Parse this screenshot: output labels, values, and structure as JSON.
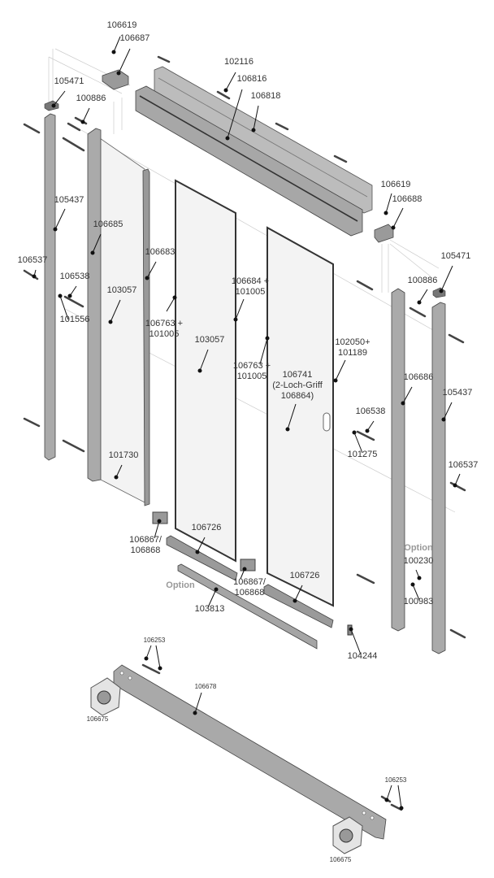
{
  "title": "Shower sliding door exploded parts diagram",
  "labels": {
    "p106619_left": "106619",
    "p106687": "106687",
    "p102116": "102116",
    "p106816": "106816",
    "p106818": "106818",
    "p105471_left": "105471",
    "p100886_left": "100886",
    "p105437_left": "105437",
    "p106685": "106685",
    "p106537_left": "106537",
    "p106683": "106683",
    "p106538_left": "106538",
    "p103057_a": "103057",
    "p101556": "101556",
    "p106763_a1": "106763 +",
    "p106763_a2": "101005",
    "p106684_1": "106684 +",
    "p106684_2": "101005",
    "p103057_b": "103057",
    "p106763_b1": "106763 +",
    "p106763_b2": "101005",
    "p106741_1": "106741",
    "p106741_2": "(2-Loch-Griff",
    "p106741_3": "106864)",
    "p102050_1": "102050+",
    "p102050_2": "101189",
    "p106619_right": "106619",
    "p106688": "106688",
    "p105471_right": "105471",
    "p100886_right": "100886",
    "p106686": "106686",
    "p105437_right": "105437",
    "p106538_right": "106538",
    "p101275": "101275",
    "p106537_right": "106537",
    "p101730": "101730",
    "p106867_a1": "106867/",
    "p106867_a2": "106868",
    "p106726_a": "106726",
    "option_left": "Option",
    "p106867_b1": "106867/",
    "p106867_b2": "106868",
    "p103813": "103813",
    "p106726_b": "106726",
    "option_right": "Option",
    "p100230": "100230",
    "p100983": "100983",
    "p104244": "104244",
    "p106253_a": "106253",
    "p106678": "106678",
    "p106675_a": "106675",
    "p106253_b": "106253",
    "p106675_b": "106675"
  },
  "colors": {
    "metal": "#a9a9a9",
    "metal_dark": "#6e6e6e",
    "glass": "#f3f3f3",
    "leader": "#111111",
    "option": "#999999"
  }
}
